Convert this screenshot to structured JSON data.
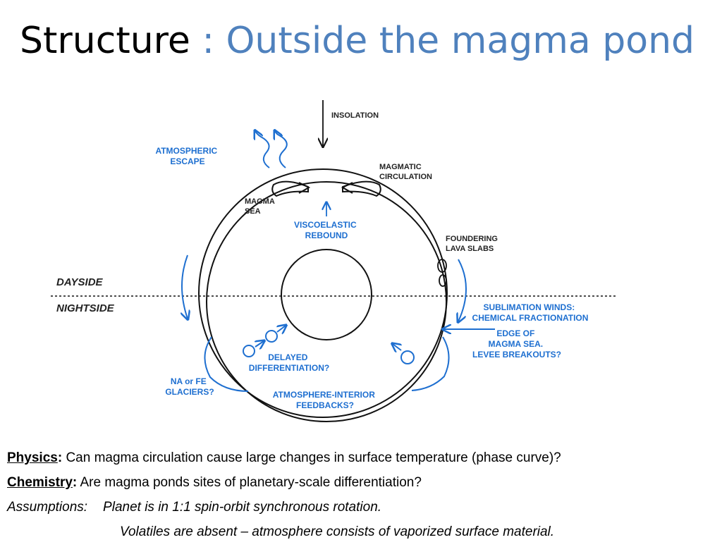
{
  "title": {
    "main": "Structure",
    "sub": ": Outside the magma pond"
  },
  "diagram": {
    "labels": {
      "insolation": "INSOLATION",
      "atmospheric_escape": [
        "ATMOSPHERIC",
        "ESCAPE"
      ],
      "magmatic_circulation": [
        "MAGMATIC",
        "CIRCULATION"
      ],
      "magma_sea": [
        "MAGMA",
        "SEA"
      ],
      "viscoelastic_rebound": [
        "VISCOELASTIC",
        "REBOUND"
      ],
      "foundering_lava_slabs": [
        "FOUNDERING",
        "LAVA SLABS"
      ],
      "dayside": "DAYSIDE",
      "nightside": "NIGHTSIDE",
      "sublimation_winds": [
        "SUBLIMATION WINDS:",
        "CHEMICAL FRACTIONATION"
      ],
      "edge_of_magma_sea": [
        "EDGE OF",
        "MAGMA SEA.",
        "LEVEE BREAKOUTS?"
      ],
      "delayed_differentiation": [
        "DELAYED",
        "DIFFERENTIATION?"
      ],
      "glaciers": [
        "NA or FE",
        "GLACIERS?"
      ],
      "atmosphere_interior": [
        "ATMOSPHERE-INTERIOR",
        "FEEDBACKS?"
      ]
    },
    "colors": {
      "line": "#111111",
      "blue": "#1E6FD0"
    }
  },
  "notes": {
    "physics_label": "Physics",
    "physics_text": "Can magma circulation cause large changes in surface temperature (phase curve)?",
    "chemistry_label": "Chemistry",
    "chemistry_text": "Are magma ponds sites of planetary-scale differentiation?",
    "assumptions_label": "Assumptions:",
    "assumption_1": "Planet is in 1:1 spin-orbit synchronous rotation.",
    "assumption_2": "Volatiles are absent – atmosphere consists of vaporized surface material."
  },
  "page_colors": {
    "title_sub": "#4F81BD"
  }
}
